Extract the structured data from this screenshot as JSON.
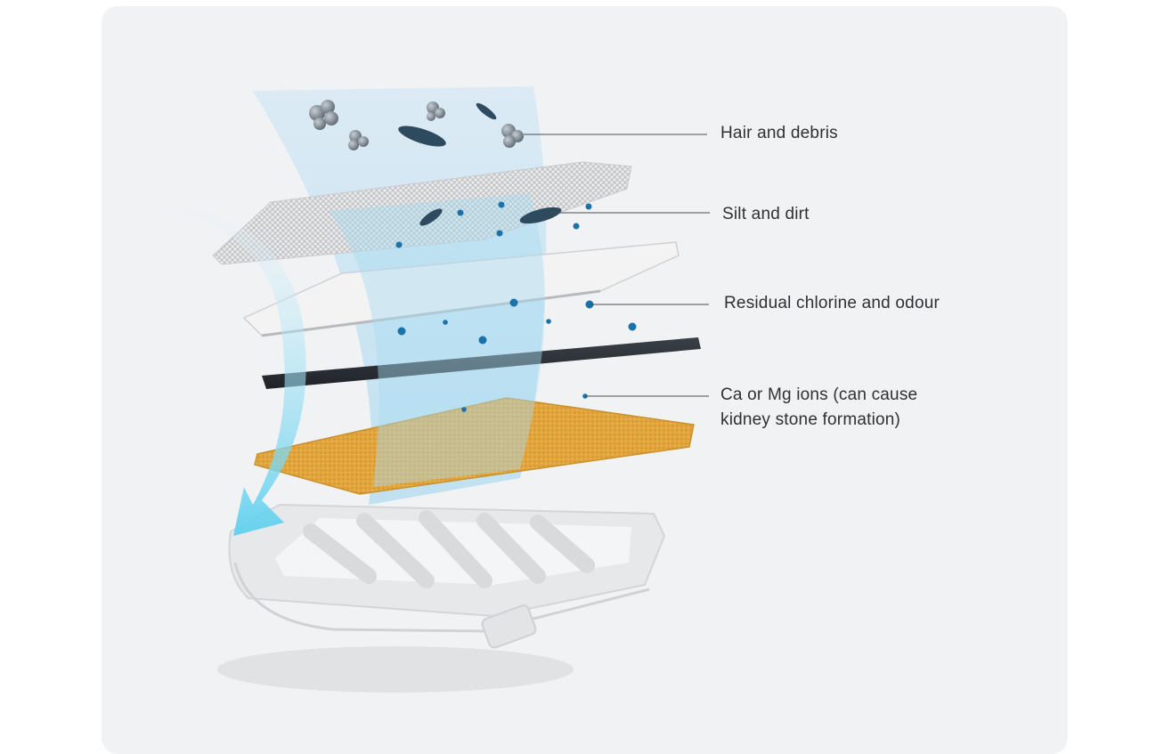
{
  "diagram": {
    "layers": [
      {
        "label": "Hair and debris"
      },
      {
        "label": "Silt and dirt"
      },
      {
        "label": "Residual chlorine and odour"
      },
      {
        "label": "Ca or Mg ions (can cause\nkidney stone formation)"
      }
    ]
  }
}
